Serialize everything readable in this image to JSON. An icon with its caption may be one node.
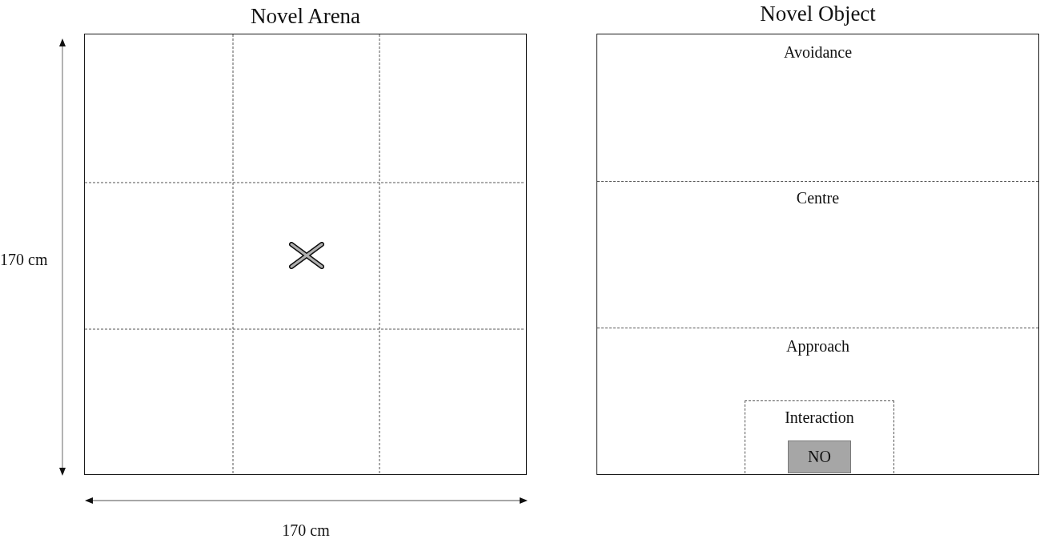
{
  "diagram": {
    "nodes": [
      {
        "text": [
          "Novel Arena"
        ]
      },
      {
        "text": [
          "Novel Object"
        ]
      },
      {
        "text": [
          "Avoidance"
        ],
        "in": 1
      },
      {
        "text": [
          "Centre"
        ],
        "in": 1
      },
      {
        "text": [
          "Approach"
        ],
        "in": 1
      },
      {
        "text": [
          "Interaction"
        ],
        "in": 4
      },
      {
        "text": [
          "NO"
        ],
        "in": 5
      }
    ],
    "labels": [
      "170 cm",
      "170 cm"
    ]
  }
}
